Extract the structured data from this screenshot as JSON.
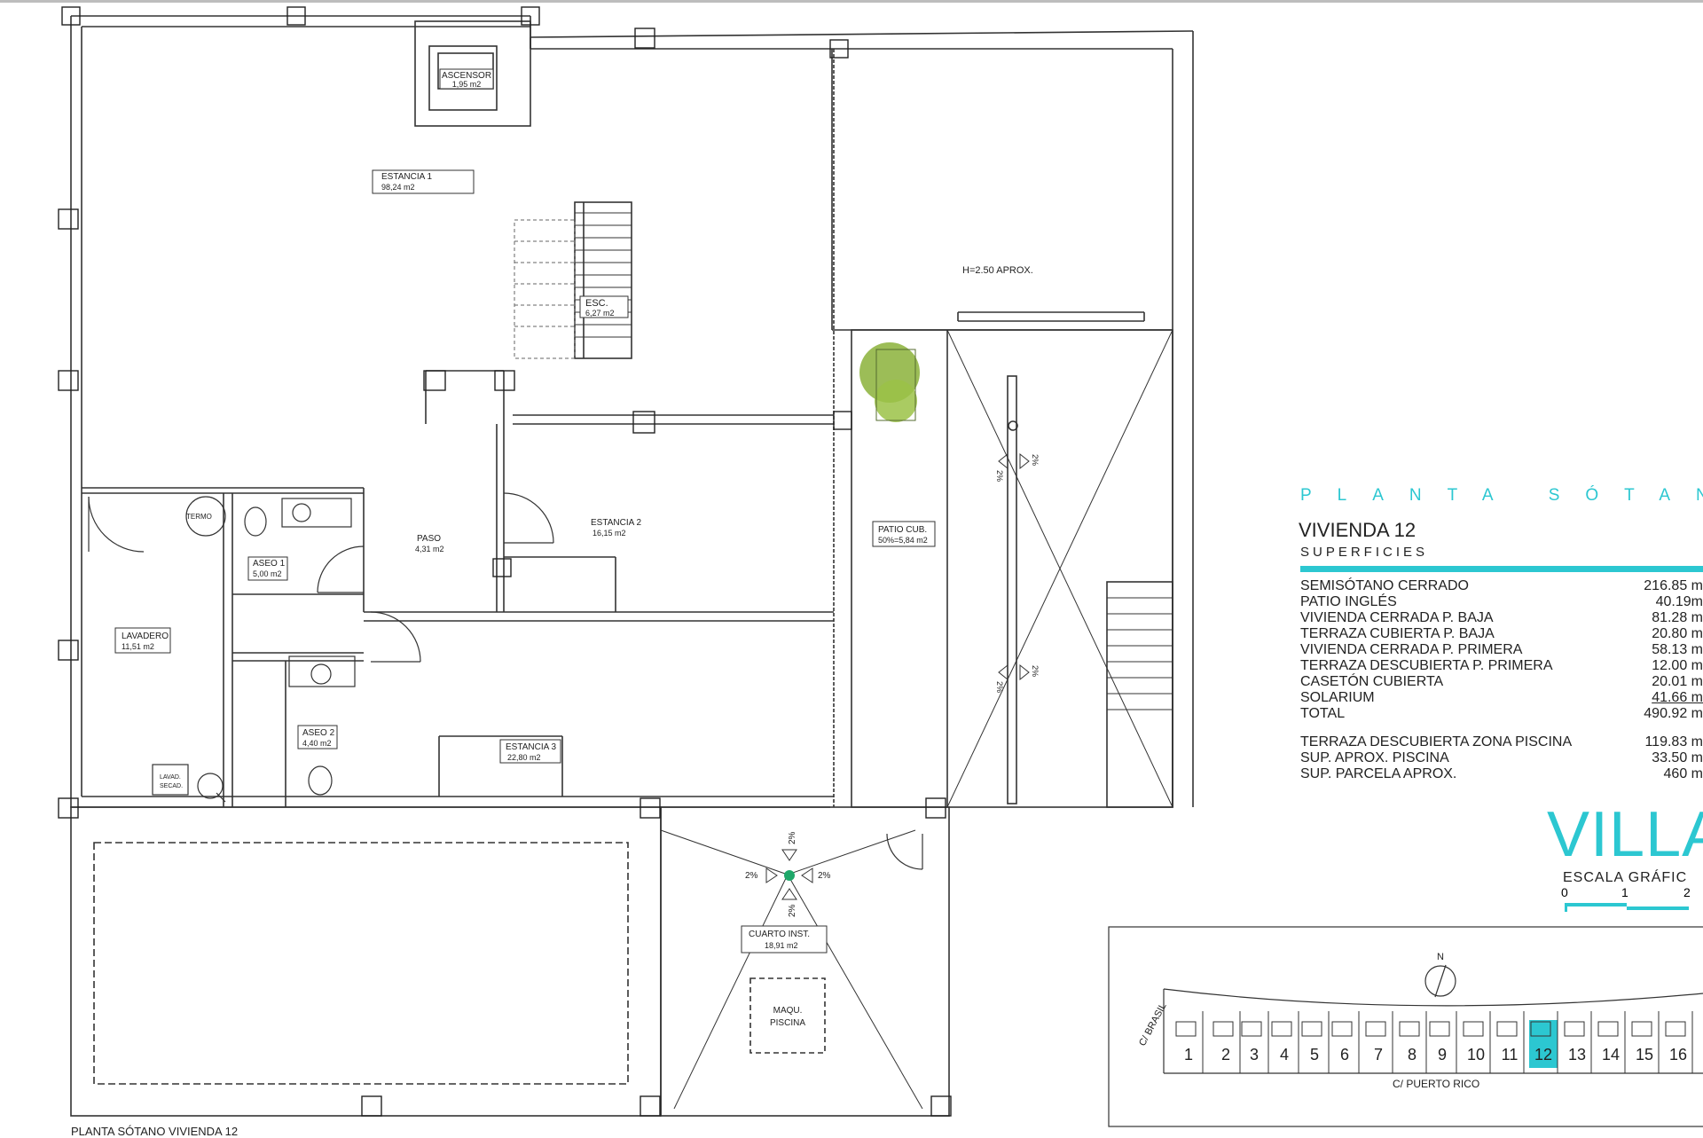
{
  "caption": "PLANTA SÓTANO  VIVIENDA 12",
  "rooms": {
    "ascensor": {
      "name": "ASCENSOR",
      "area": "1,95 m2"
    },
    "estancia1": {
      "name": "ESTANCIA 1",
      "area": "98,24 m2"
    },
    "esc": {
      "name": "ESC.",
      "area": "6,27 m2"
    },
    "height_note": "H=2.50 APROX.",
    "termo": "TERMO",
    "aseo1": {
      "name": "ASEO 1",
      "area": "5,00 m2"
    },
    "paso": {
      "name": "PASO",
      "area": "4,31 m2"
    },
    "estancia2": {
      "name": "ESTANCIA 2",
      "area": "16,15 m2"
    },
    "patio": {
      "name": "PATIO CUB.",
      "area": "50%=5,84 m2"
    },
    "lavadero": {
      "name": "LAVADERO",
      "area": "11,51 m2"
    },
    "aseo2": {
      "name": "ASEO 2",
      "area": "4,40 m2"
    },
    "estancia3": {
      "name": "ESTANCIA 3",
      "area": "22,80 m2"
    },
    "lavad": {
      "line1": "LAVAD.",
      "line2": "SECAD."
    },
    "cuarto": {
      "name": "CUARTO INST.",
      "area": "18,91 m2"
    },
    "maqu": {
      "line1": "MAQU.",
      "line2": "PISCINA"
    }
  },
  "slope_label": "2%",
  "panel": {
    "heading": "PLANTA SÓTANO",
    "vivienda": "VIVIENDA 12",
    "superficies": "SUPERFICIES",
    "areas": [
      {
        "label": "SEMISÓTANO CERRADO",
        "value": "216.85 m"
      },
      {
        "label": "PATIO INGLÉS",
        "value": "40.19m"
      },
      {
        "label": "VIVIENDA CERRADA P. BAJA",
        "value": "81.28 m"
      },
      {
        "label": "TERRAZA CUBIERTA P. BAJA",
        "value": "20.80 m"
      },
      {
        "label": "VIVIENDA CERRADA P. PRIMERA",
        "value": "58.13 m"
      },
      {
        "label": "TERRAZA DESCUBIERTA P. PRIMERA",
        "value": "12.00 m"
      },
      {
        "label": "CASETÓN CUBIERTA",
        "value": "20.01 m"
      },
      {
        "label": "SOLARIUM",
        "value": "41.66 m"
      },
      {
        "label": "TOTAL",
        "value": "490.92 m"
      }
    ],
    "extras": [
      {
        "label": "TERRAZA DESCUBIERTA  ZONA PISCINA",
        "value": "119.83 m"
      },
      {
        "label": "SUP.  APROX.  PISCINA",
        "value": "33.50 m"
      },
      {
        "label": "SUP. PARCELA APROX.",
        "value": "460 m"
      }
    ],
    "brand": "VILLA",
    "escala": "ESCALA GRÁFIC",
    "scale_numbers": [
      "0",
      "1",
      "2"
    ]
  },
  "site": {
    "north": "N",
    "street_top": "C/ BRASIL",
    "street_bottom": "C/ PUERTO RICO",
    "lots": [
      "1",
      "2",
      "3",
      "4",
      "5",
      "6",
      "7",
      "8",
      "9",
      "10",
      "11",
      "12",
      "13",
      "14",
      "15",
      "16"
    ],
    "highlighted_lot": "12"
  },
  "colors": {
    "accent": "#2cc7d1",
    "tree": "#8bb23a",
    "drain": "#1fa86a"
  }
}
